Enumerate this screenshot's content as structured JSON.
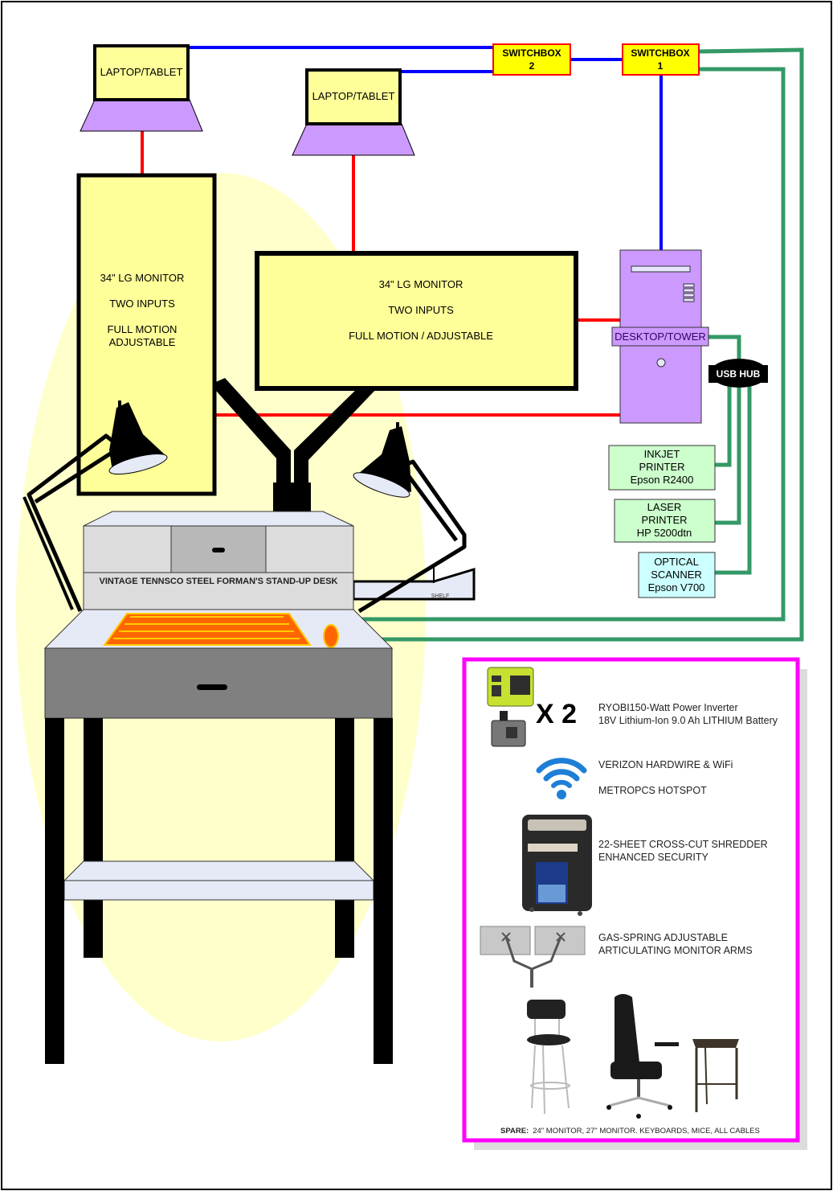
{
  "title": "Home Office Workstation Setup Diagram",
  "laptops": [
    {
      "label": "LAPTOP/TABLET"
    },
    {
      "label": "LAPTOP/TABLET"
    }
  ],
  "switchboxes": [
    {
      "line1": "SWITCHBOX",
      "line2": "2"
    },
    {
      "line1": "SWITCHBOX",
      "line2": "1"
    }
  ],
  "monitor_left": {
    "lines": [
      "34\" LG MONITOR",
      "TWO INPUTS",
      "FULL MOTION",
      "ADJUSTABLE"
    ]
  },
  "monitor_right": {
    "lines": [
      "34\" LG MONITOR",
      "TWO INPUTS",
      "FULL MOTION / ADJUSTABLE"
    ]
  },
  "desktop": {
    "label": "DESKTOP/TOWER"
  },
  "usb_hub": {
    "label": "USB HUB"
  },
  "peripherals": [
    {
      "lines": [
        "INKJET",
        "PRINTER",
        "Epson R2400"
      ],
      "color": "#ccffcc"
    },
    {
      "lines": [
        "LASER",
        "PRINTER",
        "HP 5200dtn"
      ],
      "color": "#ccffcc"
    },
    {
      "lines": [
        "OPTICAL",
        "SCANNER",
        "Epson V700"
      ],
      "color": "#ccffff"
    }
  ],
  "desk": {
    "label": "VINTAGE TENNSCO STEEL FORMAN'S STAND-UP DESK",
    "shelf_label": "SHELF"
  },
  "colors": {
    "video_cable": "#ff0000",
    "switch_cable": "#0000ff",
    "usb_cable": "#339966",
    "monitor_fill": "#ffff99",
    "laptop_base": "#cc99ff",
    "switchbox_fill": "#ffff00",
    "inventory_border": "#ff00ff",
    "glow": "#ffffcc"
  },
  "inventory": {
    "items": [
      {
        "icon": "power-inverter-battery",
        "qty": "X 2",
        "lines": [
          "RYOBI150-Watt Power Inverter",
          "18V Lithium-Ion 9.0 Ah LITHIUM Battery"
        ]
      },
      {
        "icon": "wifi-icon",
        "lines": [
          "VERIZON HARDWIRE & WiFi",
          "METROPCS HOTSPOT"
        ]
      },
      {
        "icon": "shredder",
        "lines": [
          "22-SHEET CROSS-CUT SHREDDER",
          "ENHANCED SECURITY"
        ]
      },
      {
        "icon": "monitor-arms",
        "lines": [
          "GAS-SPRING ADJUSTABLE",
          "ARTICULATING MONITOR ARMS"
        ]
      },
      {
        "icon": "seating",
        "lines": []
      }
    ],
    "spare_label": "SPARE:",
    "spare_text": "24\" MONITOR, 27\" MONITOR. KEYBOARDS, MICE, ALL CABLES"
  }
}
